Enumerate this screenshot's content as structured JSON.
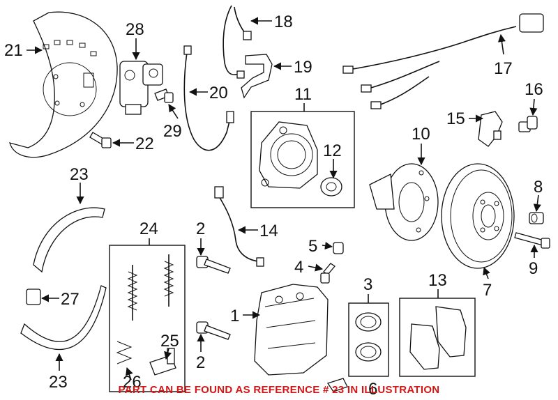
{
  "callouts": {
    "c1": "1",
    "c2a": "2",
    "c2b": "2",
    "c3": "3",
    "c4": "4",
    "c5": "5",
    "c6": "6",
    "c7": "7",
    "c8": "8",
    "c9": "9",
    "c10": "10",
    "c11": "11",
    "c12": "12",
    "c13": "13",
    "c14": "14",
    "c15": "15",
    "c16": "16",
    "c17": "17",
    "c18": "18",
    "c19": "19",
    "c20": "20",
    "c21": "21",
    "c22": "22",
    "c23a": "23",
    "c23b": "23",
    "c24": "24",
    "c25": "25",
    "c26": "26",
    "c27": "27",
    "c28": "28",
    "c29": "29"
  },
  "footer_note": "PART CAN BE FOUND AS REFERENCE # 23 IN ILLUSTRATION",
  "colors": {
    "note": "#d21515",
    "lines": "#111111",
    "background": "#ffffff"
  }
}
